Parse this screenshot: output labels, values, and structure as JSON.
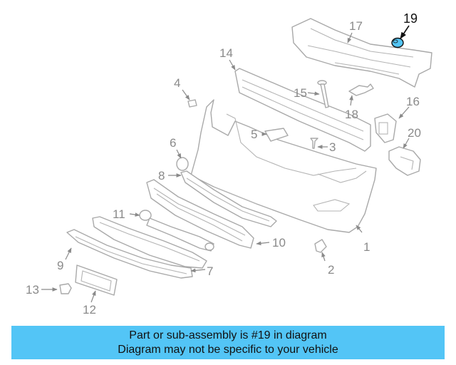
{
  "diagram": {
    "highlight_color": "#53c5f6",
    "callouts": {
      "p1": "1",
      "p2": "2",
      "p3": "3",
      "p4": "4",
      "p5": "5",
      "p6": "6",
      "p7": "7",
      "p8": "8",
      "p9": "9",
      "p10": "10",
      "p11": "11",
      "p12": "12",
      "p13": "13",
      "p14": "14",
      "p15": "15",
      "p16": "16",
      "p17": "17",
      "p18": "18",
      "p19": "19",
      "p20": "20"
    },
    "highlighted_part": "19"
  },
  "banner": {
    "background": "#53c5f6",
    "line1": "Part or sub-assembly is #19 in diagram",
    "line2": "Diagram may not be specific to your vehicle"
  }
}
